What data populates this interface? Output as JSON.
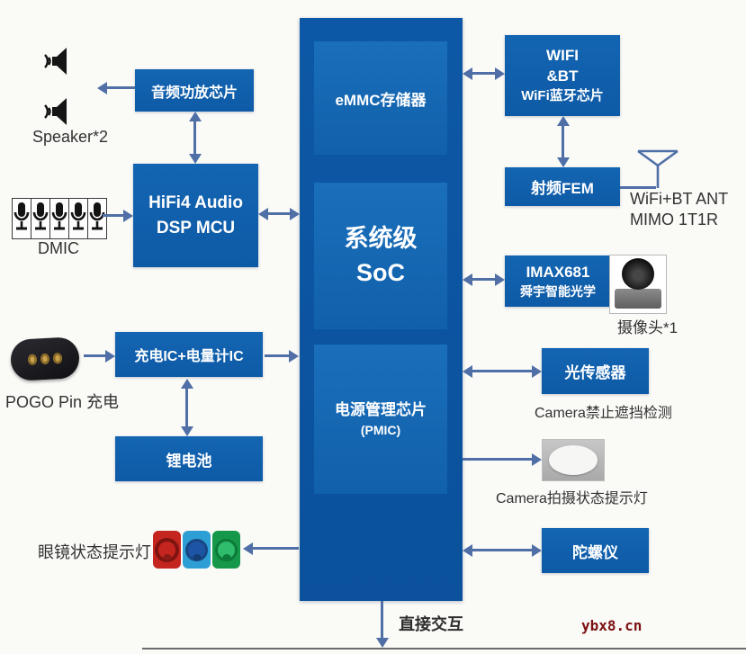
{
  "soc": {
    "emmc_label": "eMMC存储器",
    "core_label_line1": "系统级",
    "core_label_line2": "SoC",
    "pmic_label_line1": "电源管理芯片",
    "pmic_label_line2": "(PMIC)"
  },
  "audio": {
    "amp_label": "音频功放芯片",
    "speaker_label": "Speaker*2",
    "dsp_label_line1": "HiFi4 Audio",
    "dsp_label_line2": "DSP MCU",
    "dmic_label": "DMIC"
  },
  "power": {
    "pogo_label": "POGO Pin 充电",
    "charger_label": "充电IC+电量计IC",
    "battery_label": "锂电池"
  },
  "wireless": {
    "wifi_label_line1": "WIFI",
    "wifi_label_line2": "&BT",
    "wifi_label_line3": "WiFi蓝牙芯片",
    "fem_label": "射频FEM",
    "antenna_caption_line1": "WiFi+BT ANT",
    "antenna_caption_line2": "MIMO 1T1R"
  },
  "camera": {
    "module_label_line1": "IMAX681",
    "module_label_line2": "舜宇智能光学",
    "camera_caption": "摄像头*1",
    "light_sensor_label": "光传感器",
    "light_sensor_caption": "Camera禁止遮挡检测",
    "camera_led_caption": "Camera拍摄状态提示灯"
  },
  "indicators": {
    "glasses_led_label": "眼镜状态提示灯"
  },
  "motion": {
    "gyro_label": "陀螺仪"
  },
  "footer": {
    "interaction_label": "直接交互",
    "watermark": "ybx8.cn"
  },
  "colors": {
    "box_blue": "#1160ae",
    "soc_outer_blue": "#0d58a6",
    "soc_inner_blue": "#1a6fba",
    "arrow": "#4f6fa6",
    "led_red": "#c4251f",
    "led_blue": "#2e9fd4",
    "led_green": "#15984a"
  }
}
